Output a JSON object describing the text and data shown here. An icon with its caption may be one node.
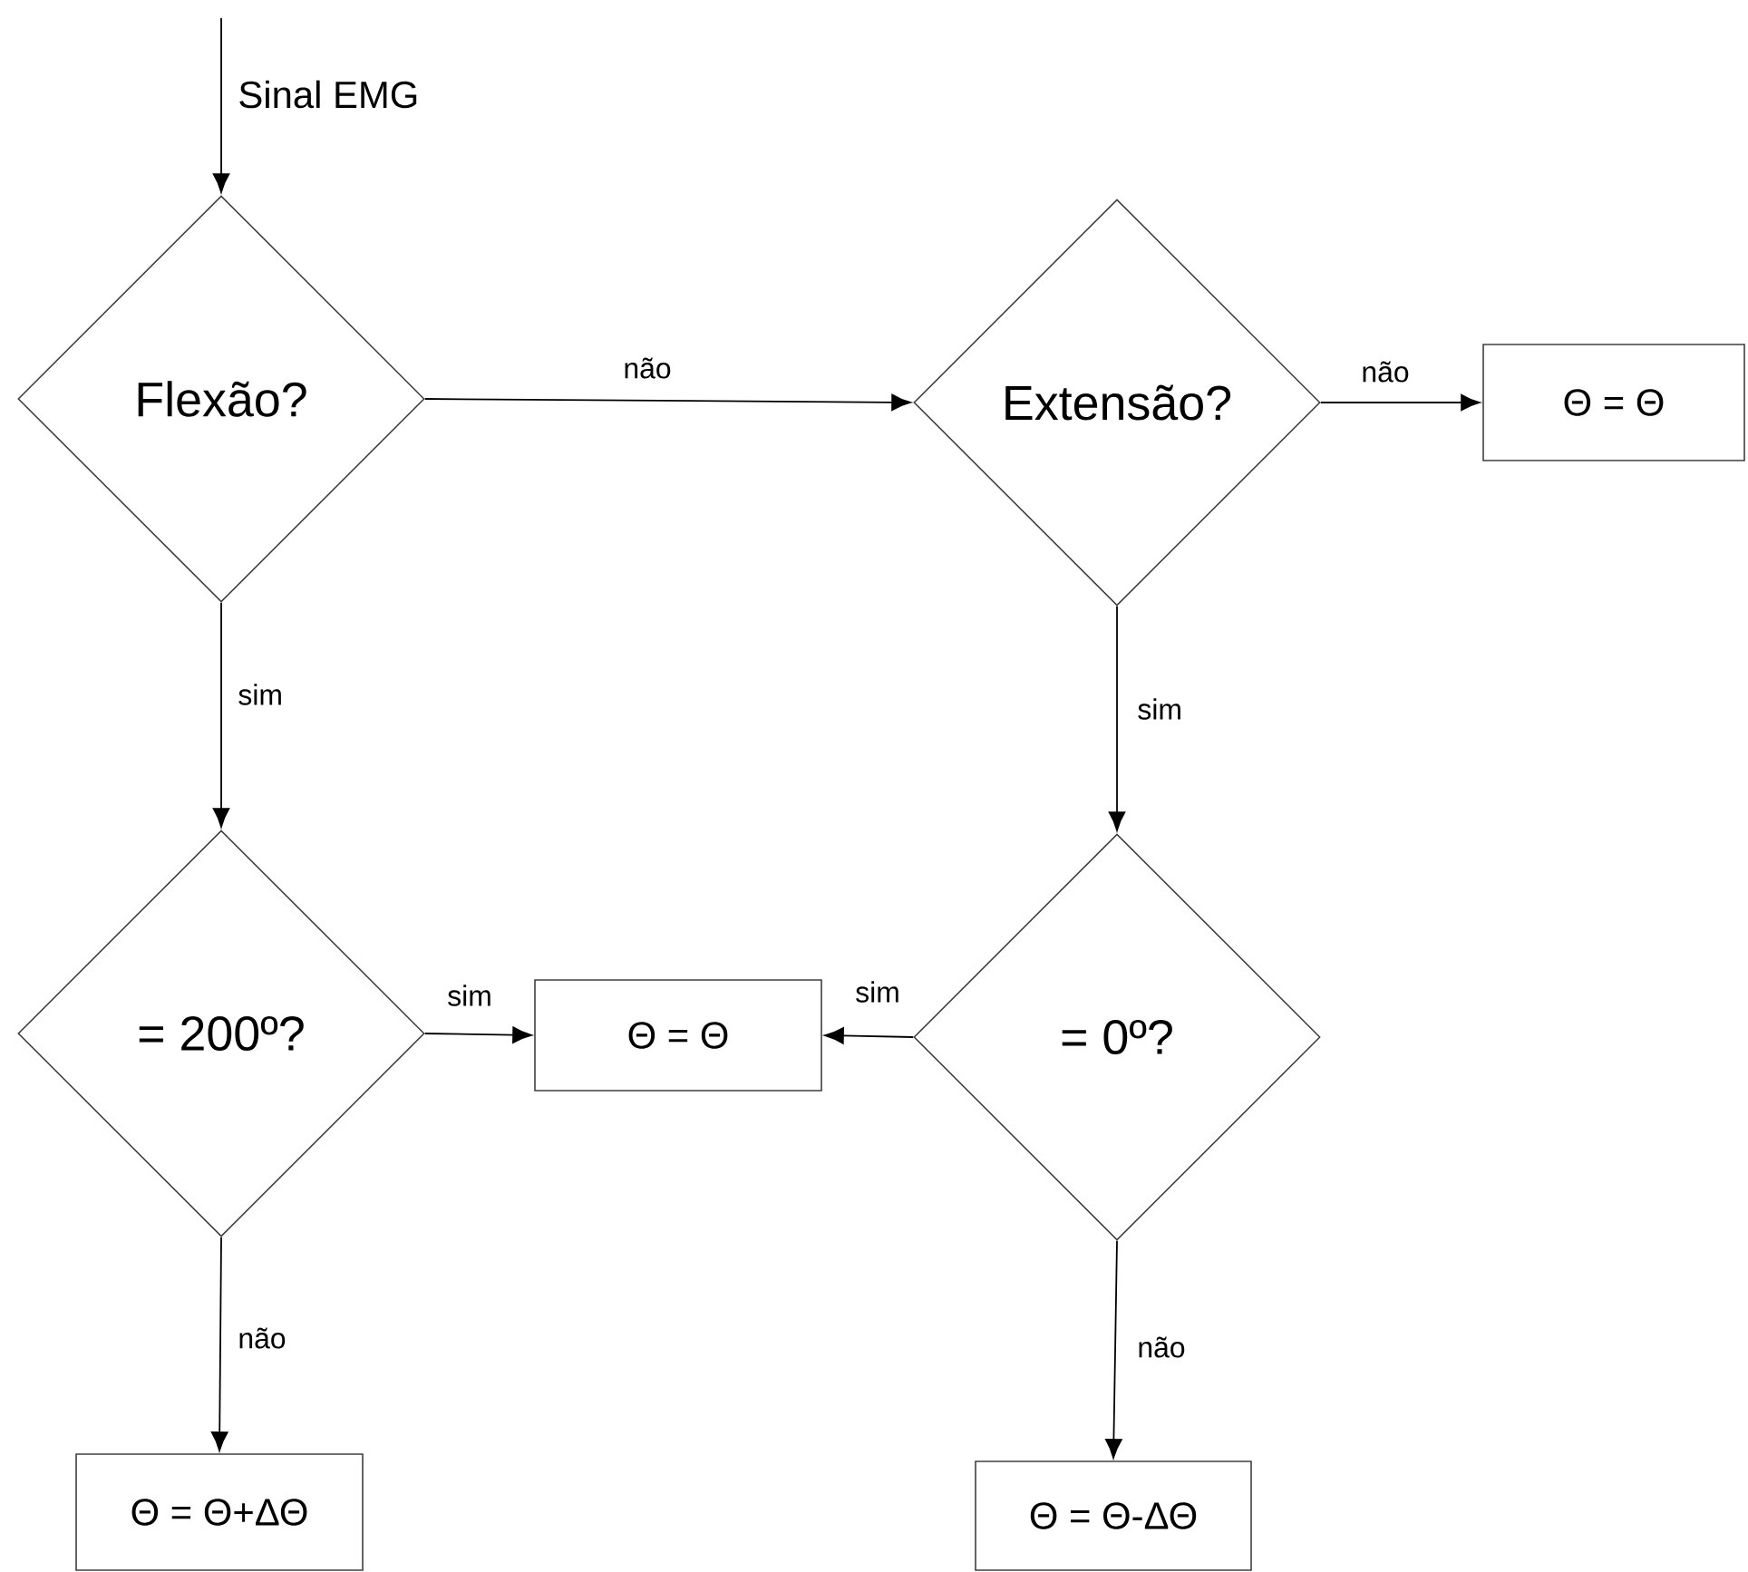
{
  "diagram": {
    "nodes": [
      {
        "text": [
          "Flexão?"
        ]
      },
      {
        "text": [
          "Extensão?"
        ]
      },
      {
        "text": [
          "Θ = Θ"
        ]
      },
      {
        "text": [
          "= 200º?"
        ]
      },
      {
        "text": [
          "Θ = Θ"
        ]
      },
      {
        "text": [
          "= 0º?"
        ]
      },
      {
        "text": [
          "Θ = Θ+ΔΘ"
        ]
      },
      {
        "text": [
          "Θ = Θ-ΔΘ"
        ]
      }
    ],
    "edges": [
      {
        "from": null,
        "to": 0,
        "arrow": "to",
        "label": "Sinal EMG"
      },
      {
        "from": 0,
        "to": 1,
        "arrow": "to",
        "label": "não"
      },
      {
        "from": 1,
        "to": 2,
        "arrow": "to",
        "label": "não"
      },
      {
        "from": 0,
        "to": 3,
        "arrow": "to",
        "label": "sim"
      },
      {
        "from": 1,
        "to": 5,
        "arrow": "to",
        "label": "sim"
      },
      {
        "from": 3,
        "to": 4,
        "arrow": "to",
        "label": "sim"
      },
      {
        "from": 5,
        "to": 4,
        "arrow": "to",
        "label": "sim"
      },
      {
        "from": 3,
        "to": 6,
        "arrow": "to",
        "label": "não"
      },
      {
        "from": 5,
        "to": 7,
        "arrow": "to",
        "label": "não"
      }
    ]
  }
}
